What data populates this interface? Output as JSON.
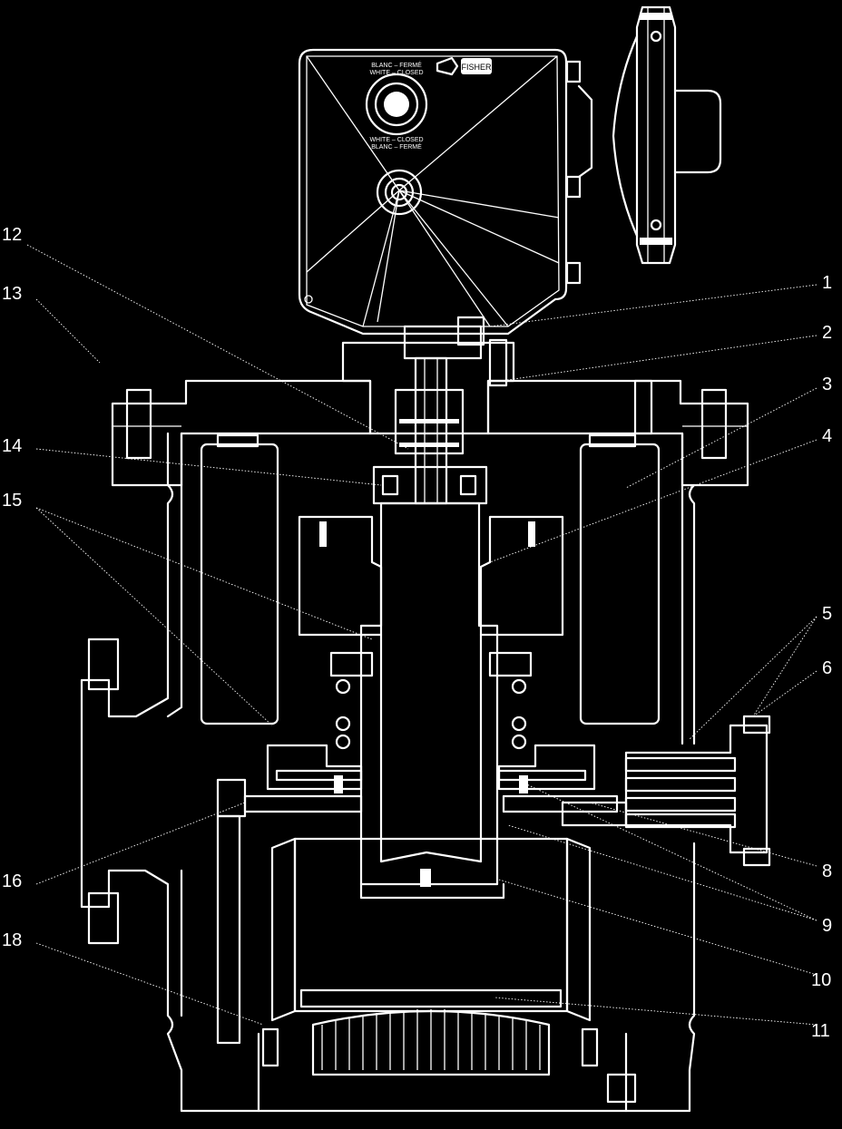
{
  "callouts": [
    "1",
    "2",
    "3",
    "4",
    "5",
    "6",
    "8",
    "9",
    "10",
    "11",
    "12",
    "13",
    "14",
    "15",
    "16",
    "18"
  ],
  "cover_markings": {
    "top_marking": "BLANC – FERMÉ",
    "top_marking_2": "WHITE – CLOSED",
    "bottom_marking": "WHITE – CLOSED",
    "bottom_marking_2": "BLANC – FERMÉ",
    "brand": "FISHER"
  },
  "colors": {
    "background": "#000000",
    "line": "#ffffff"
  }
}
